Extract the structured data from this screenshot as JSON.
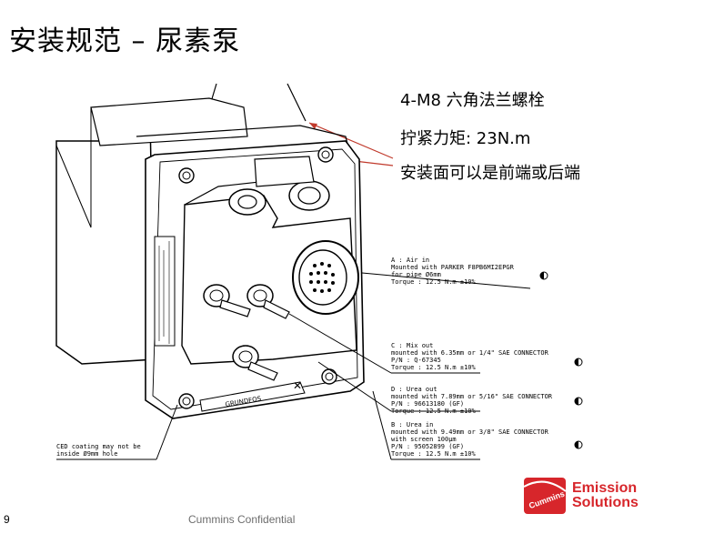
{
  "title": "安装规范 – 尿素泵",
  "spec": {
    "line1": "4-M8 六角法兰螺栓",
    "line2": "拧紧力矩: 23N.m",
    "line3": "安装面可以是前端或后端"
  },
  "callouts": {
    "A": [
      "A : Air in",
      "Mounted with PARKER F8PB6MI2EPGR",
      "for pipe Ø6mm",
      "Torque : 12.5 N.m ±10%"
    ],
    "C": [
      "C : Mix out",
      "mounted with 6.35mm or 1/4\" SAE CONNECTOR",
      "P/N : Q-67345",
      "Torque : 12.5 N.m ±10%"
    ],
    "D": [
      "D : Urea out",
      "mounted with 7.89mm or 5/16\" SAE CONNECTOR",
      "P/N : 96613180 (GF)",
      "Torque : 12.5 N.m ±10%"
    ],
    "B": [
      "B : Urea in",
      "mounted with 9.49mm or 3/8\" SAE CONNECTOR",
      "with screen 100µm",
      "P/N : 95052899 (GF)",
      "Torque : 12.5 N.m ±10%"
    ]
  },
  "ced_note": [
    "CED coating may not be",
    "inside Ø9mm hole"
  ],
  "footer": {
    "page": "9",
    "confidential": "Cummins Confidential"
  },
  "brand": {
    "logo_text": "Cummins",
    "line1": "Emission",
    "line2": "Solutions",
    "color": "#d7262b"
  },
  "pump_brand_text": "GRUNDFOS",
  "colors": {
    "arrow": "#c0392b"
  }
}
